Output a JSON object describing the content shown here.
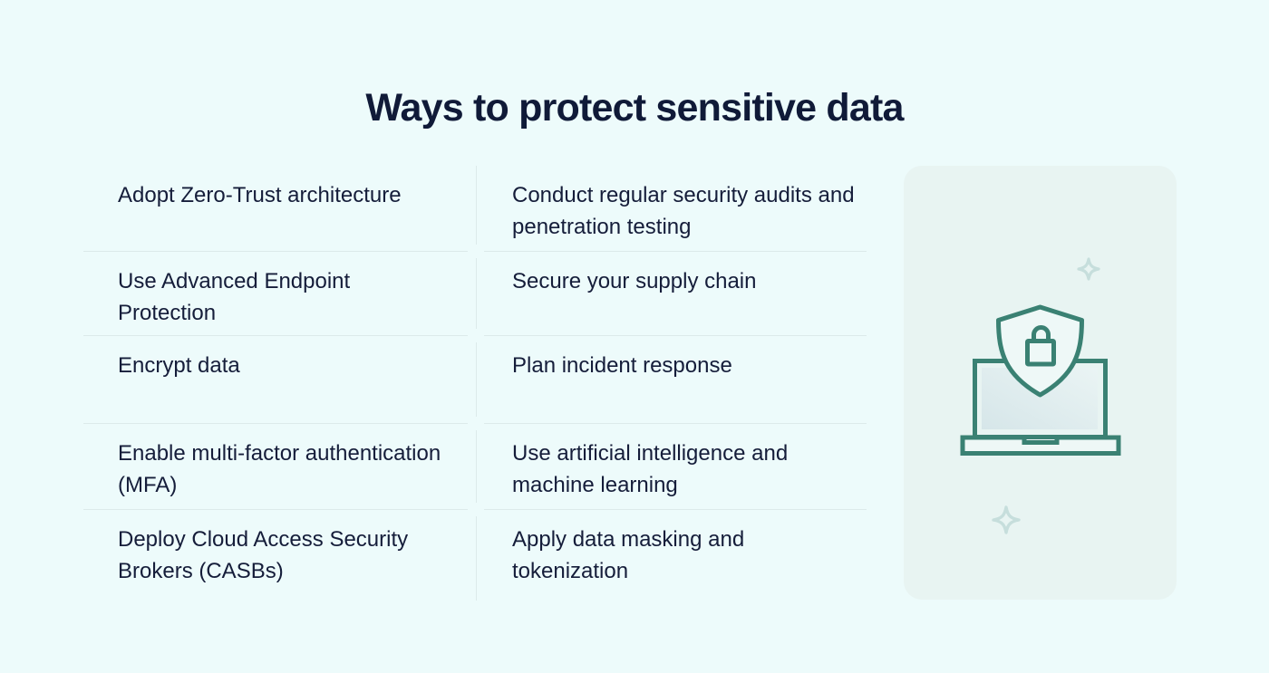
{
  "title": "Ways to protect sensitive data",
  "list": {
    "rows": [
      {
        "left": "Adopt Zero-Trust architecture",
        "right": "Conduct regular security audits and penetration testing"
      },
      {
        "left": "Use Advanced Endpoint Protection",
        "right": "Secure your supply chain"
      },
      {
        "left": "Encrypt data",
        "right": "Plan incident response"
      },
      {
        "left": "Enable multi-factor authentication (MFA)",
        "right": "Use artificial intelligence and machine learning"
      },
      {
        "left": "Deploy Cloud Access Security Brokers (CASBs)",
        "right": "Apply data masking and tokenization"
      }
    ]
  },
  "illustration": {
    "icons": [
      "shield-lock-icon",
      "laptop-icon",
      "sparkle-icon"
    ]
  },
  "colors": {
    "page_background": "#edfbfb",
    "card_background": "#e8f4f2",
    "divider": "#dceaea",
    "text": "#151d3a",
    "illustration_stroke": "#3a8173",
    "sparkle": "#c6dedc",
    "screen_fill_dark": "#d6e6e9",
    "screen_fill_light": "#eaf4f4"
  }
}
